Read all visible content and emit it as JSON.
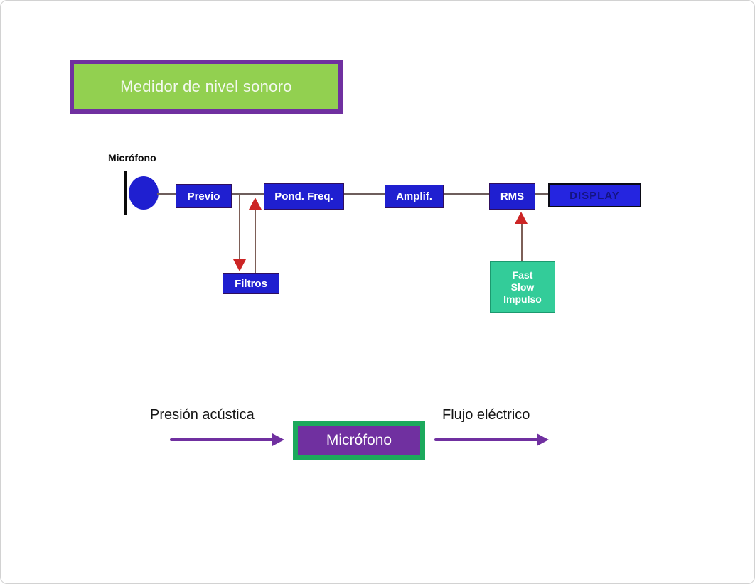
{
  "title_box": {
    "label": "Medidor de nivel sonoro",
    "fill_color": "#92d050",
    "border_color": "#7030a0"
  },
  "diagram": {
    "mic_label": "Micrófono",
    "chain": [
      {
        "label": "Previo"
      },
      {
        "label": "Pond. Freq."
      },
      {
        "label": "Amplif."
      },
      {
        "label": "RMS"
      },
      {
        "label": "DISPLAY"
      }
    ],
    "filter_box": {
      "label": "Filtros"
    },
    "detector_box": {
      "lines": [
        "Fast",
        "Slow",
        "Impulso"
      ],
      "fill_color": "#33cc99"
    },
    "node_fill_color": "#1f1fd0",
    "arrow_color": "#cc2525"
  },
  "bottom": {
    "left_label": "Presión acústica",
    "box_label": "Micrófono",
    "right_label": "Flujo eléctrico",
    "arrow_color": "#7030a0",
    "box_fill_color": "#7030a0",
    "box_border_color": "#1ca95c"
  }
}
